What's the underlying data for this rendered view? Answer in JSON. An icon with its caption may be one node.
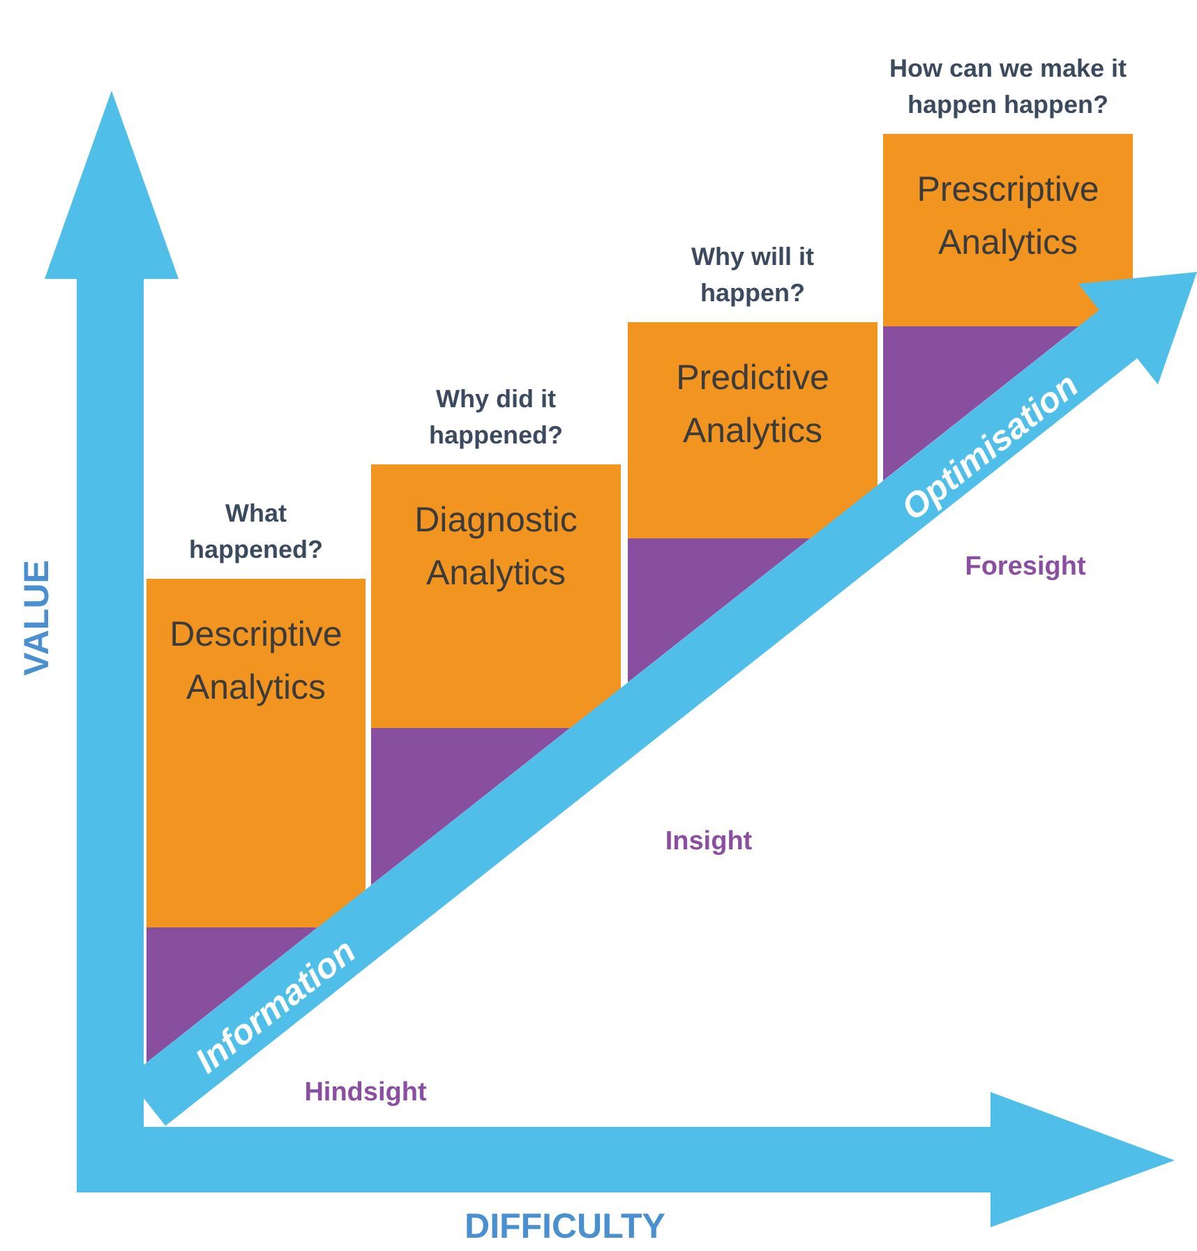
{
  "diagram": {
    "nodes": [
      {
        "text": [
          "What happened?",
          "Descriptive Analytics"
        ]
      },
      {
        "text": [
          "Why did it happened?",
          "Diagnostic Analytics"
        ]
      },
      {
        "text": [
          "Why will it happen?",
          "Predictive Analytics"
        ]
      },
      {
        "text": [
          "How can we make it happen happen?",
          "Prescriptive Analytics"
        ]
      }
    ],
    "edges": [],
    "labels": [
      "VALUE",
      "DIFFICULTY",
      "Information",
      "Optimisation",
      "Hindsight",
      "Insight",
      "Foresight"
    ]
  }
}
